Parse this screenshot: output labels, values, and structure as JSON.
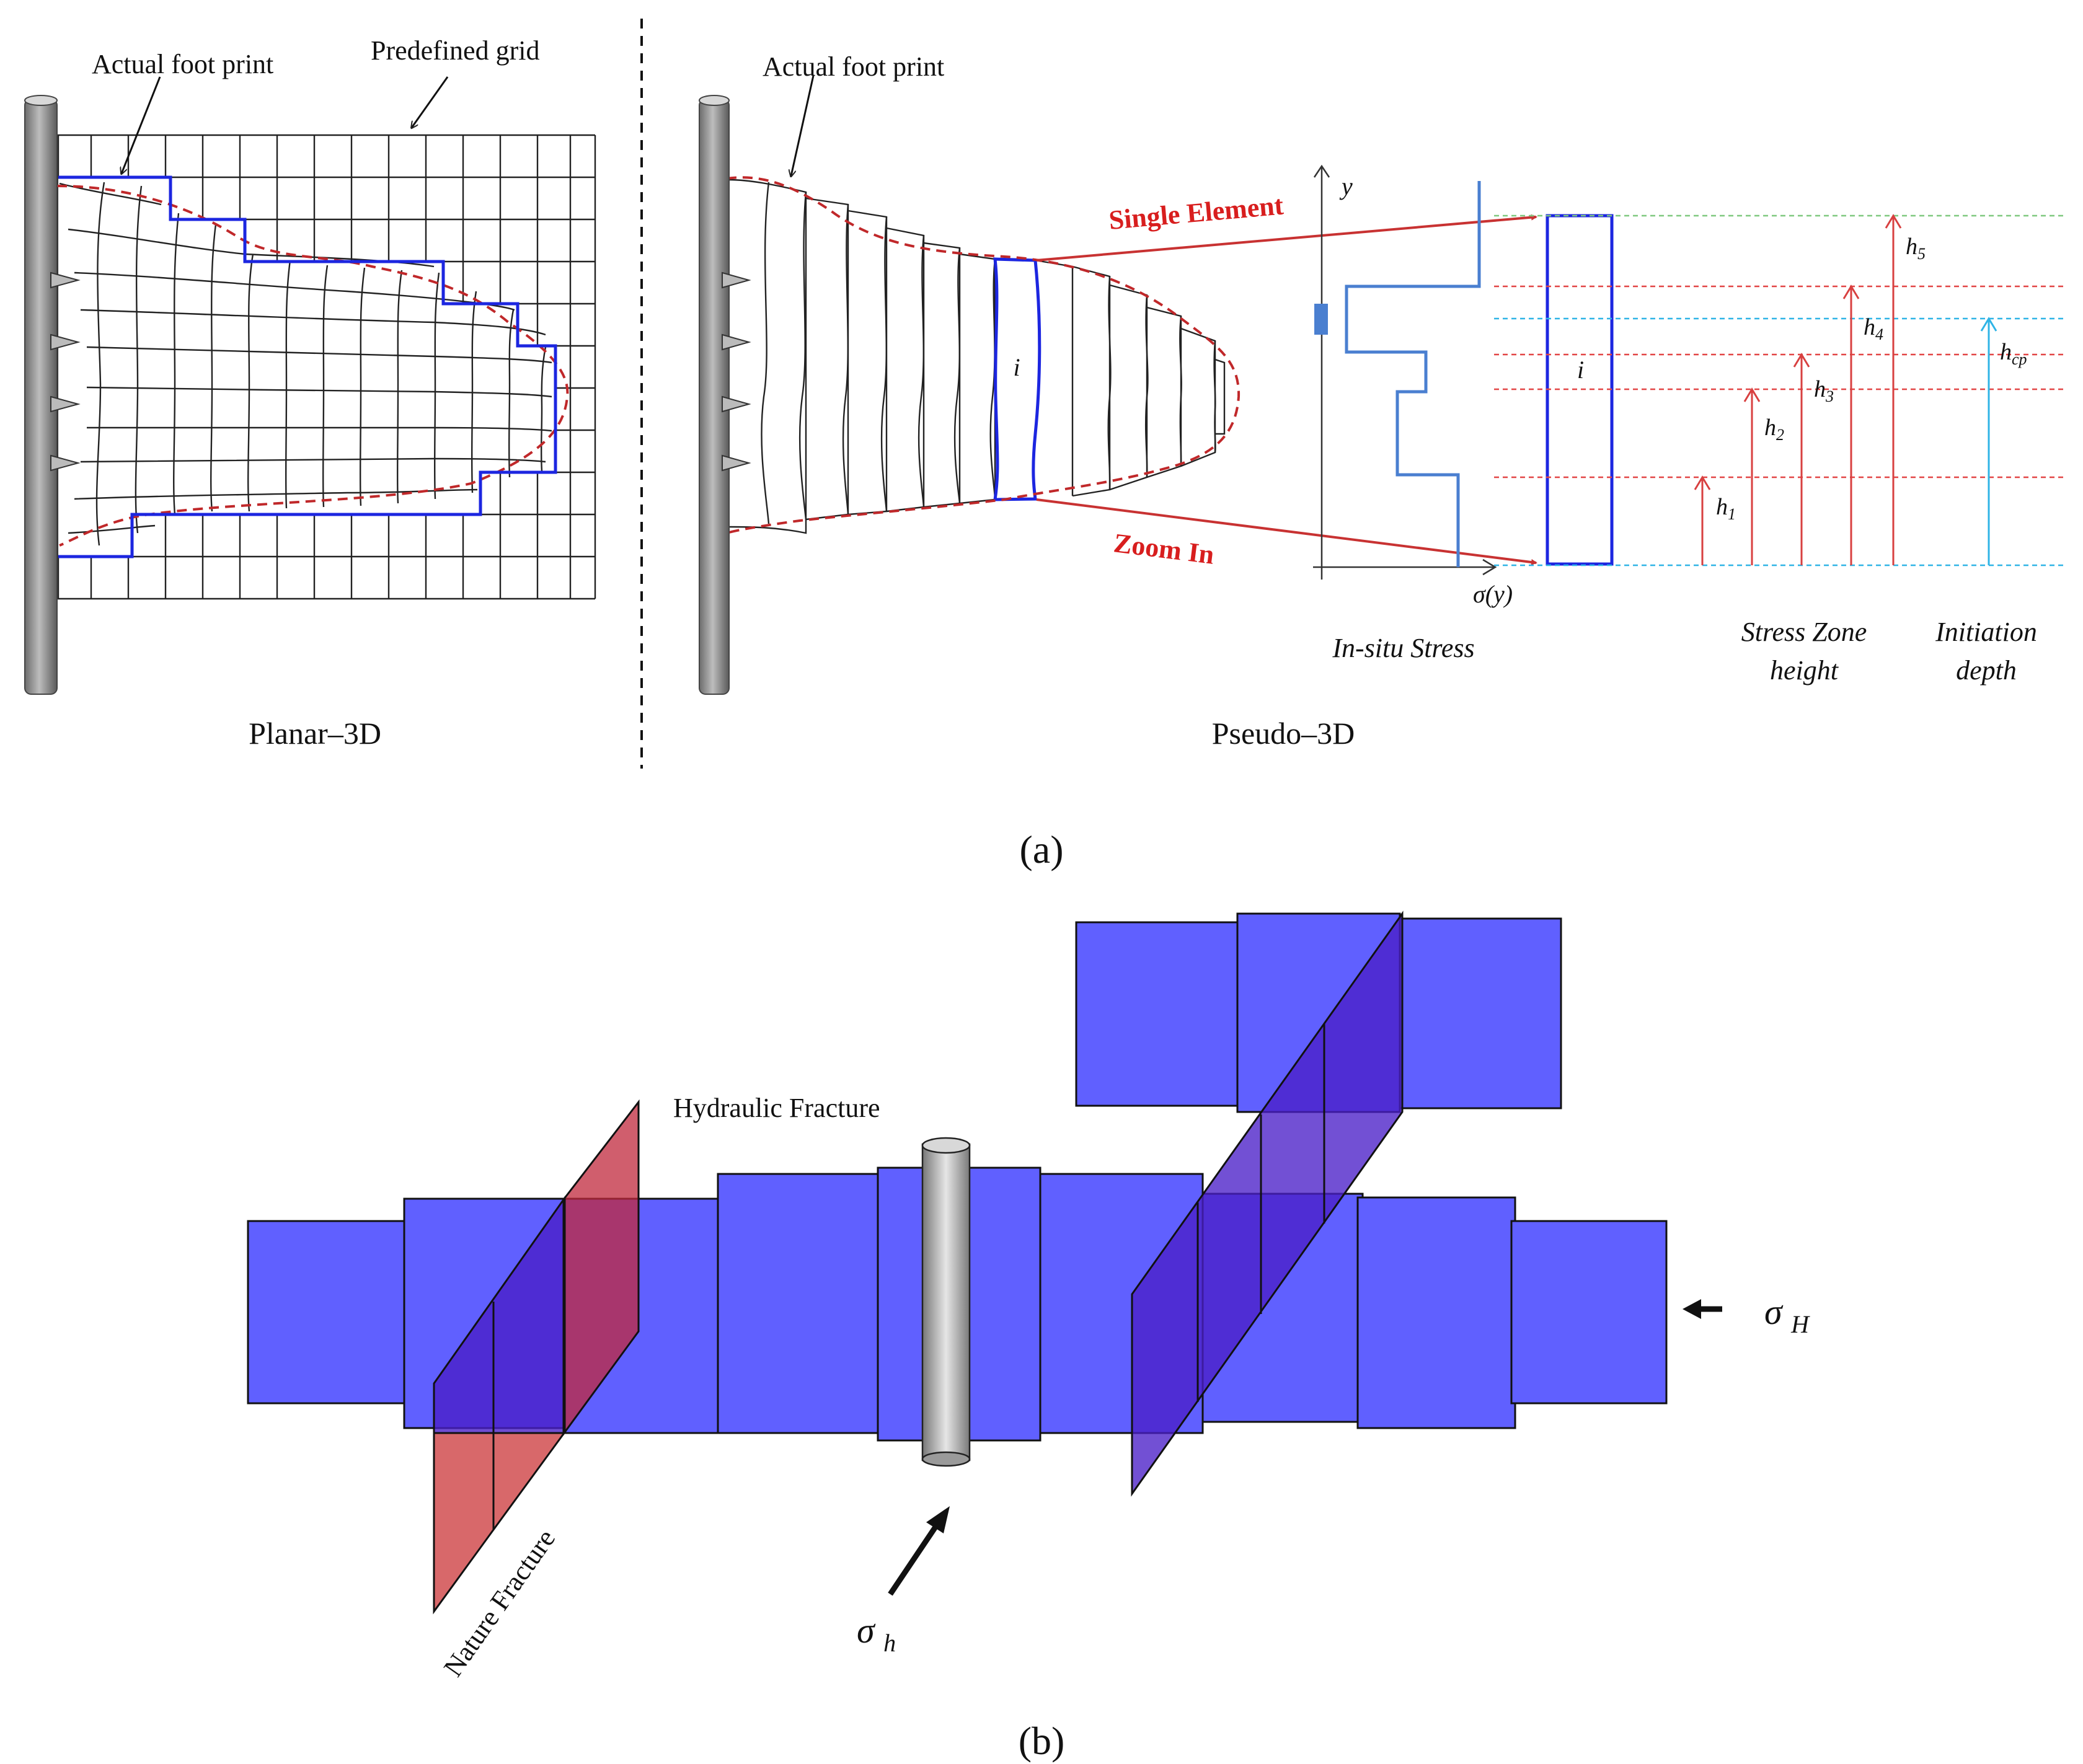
{
  "panel_a": {
    "planar": {
      "label_footprint": "Actual foot print",
      "label_grid": "Predefined grid",
      "caption": "Planar–3D"
    },
    "pseudo": {
      "label_footprint": "Actual foot print",
      "single_element": "Single Element",
      "zoom_in": "Zoom In",
      "element_index": "i",
      "axis_y": "y",
      "axis_sigma": "σ(y)",
      "in_situ_stress": "In-situ Stress",
      "stress_zone_line1": "Stress Zone",
      "stress_zone_line2": "height",
      "initiation_line1": "Initiation",
      "initiation_line2": "depth",
      "heights": [
        "h1",
        "h2",
        "h3",
        "h4",
        "h5"
      ],
      "h_cp": "hcp",
      "caption": "Pseudo–3D"
    },
    "tag": "(a)"
  },
  "panel_b": {
    "hydraulic_fracture": "Hydraulic Fracture",
    "nature_fracture": "Nature Fracture",
    "sigma_H": "σH",
    "sigma_h": "σh",
    "tag": "(b)"
  },
  "colors": {
    "block_blue": "#6060ff",
    "fracture_red": "#d4585a",
    "fracture_dark_red": "#9a2050",
    "fracture_purple": "#4a1fc8",
    "footprint_dash": "#c0282a",
    "grid_outline_blue": "#1c26e0",
    "arrow_red": "#d84040",
    "arrow_cyan": "#2fb4e6",
    "stress_line_blue": "#4a7fd0"
  }
}
